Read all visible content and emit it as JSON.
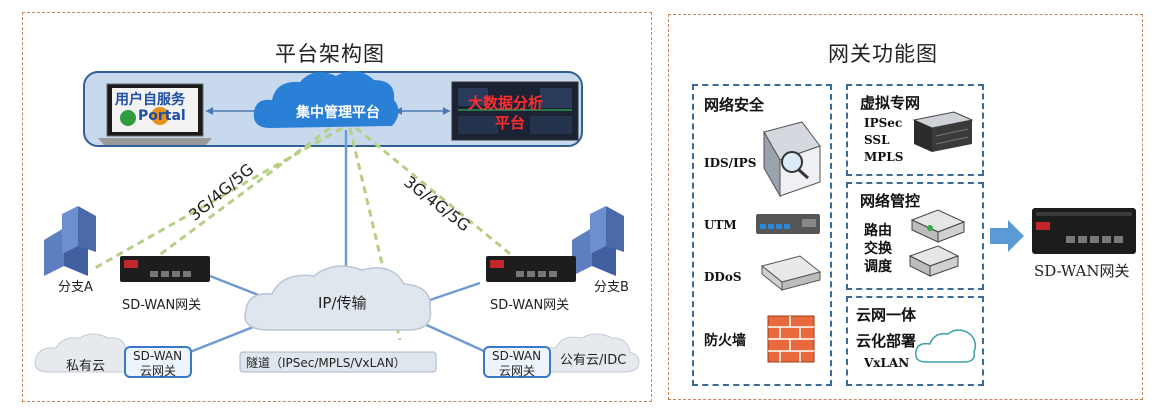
{
  "left_panel": {
    "title": "平台架构图",
    "portal_line1": "用户自服务",
    "portal_line2": "Portal",
    "center_platform": "集中管理平台",
    "analytics_line1": "大数据分析",
    "analytics_line2": "平台",
    "link_left": "3G/4G/5G",
    "link_right": "3G/4G/5G",
    "branch_a": "分支A",
    "branch_b": "分支B",
    "gateway_left": "SD-WAN网关",
    "gateway_right": "SD-WAN网关",
    "ip_transport": "IP/传输",
    "private_cloud": "私有云",
    "public_cloud": "公有云/IDC",
    "cloud_gw_left_line1": "SD-WAN",
    "cloud_gw_left_line2": "云网关",
    "cloud_gw_right_line1": "SD-WAN",
    "cloud_gw_right_line2": "云网关",
    "tunnel": "隧道（IPSec/MPLS/VxLAN）"
  },
  "right_panel": {
    "title": "网关功能图",
    "security": {
      "heading": "网络安全",
      "items": [
        "IDS/IPS",
        "UTM",
        "DDoS",
        "防火墙"
      ]
    },
    "vpn": {
      "heading": "虚拟专网",
      "items": [
        "IPSec",
        "SSL",
        "MPLS"
      ]
    },
    "control": {
      "heading": "网络管控",
      "items": [
        "路由",
        "交换",
        "调度"
      ]
    },
    "cloud": {
      "heading": "云网一体",
      "subheading": "云化部署",
      "item": "VxLAN"
    },
    "gateway_label": "SD-WAN网关"
  },
  "colors": {
    "panel_border": "#c8845a",
    "box_border": "#3a6a96",
    "platform_bar": "#c8d9ee",
    "cloud_blue": "#2a7fd6",
    "link_green": "#b6cf85",
    "link_blue": "#6f9bd0",
    "arrow": "#5b9bd5"
  }
}
